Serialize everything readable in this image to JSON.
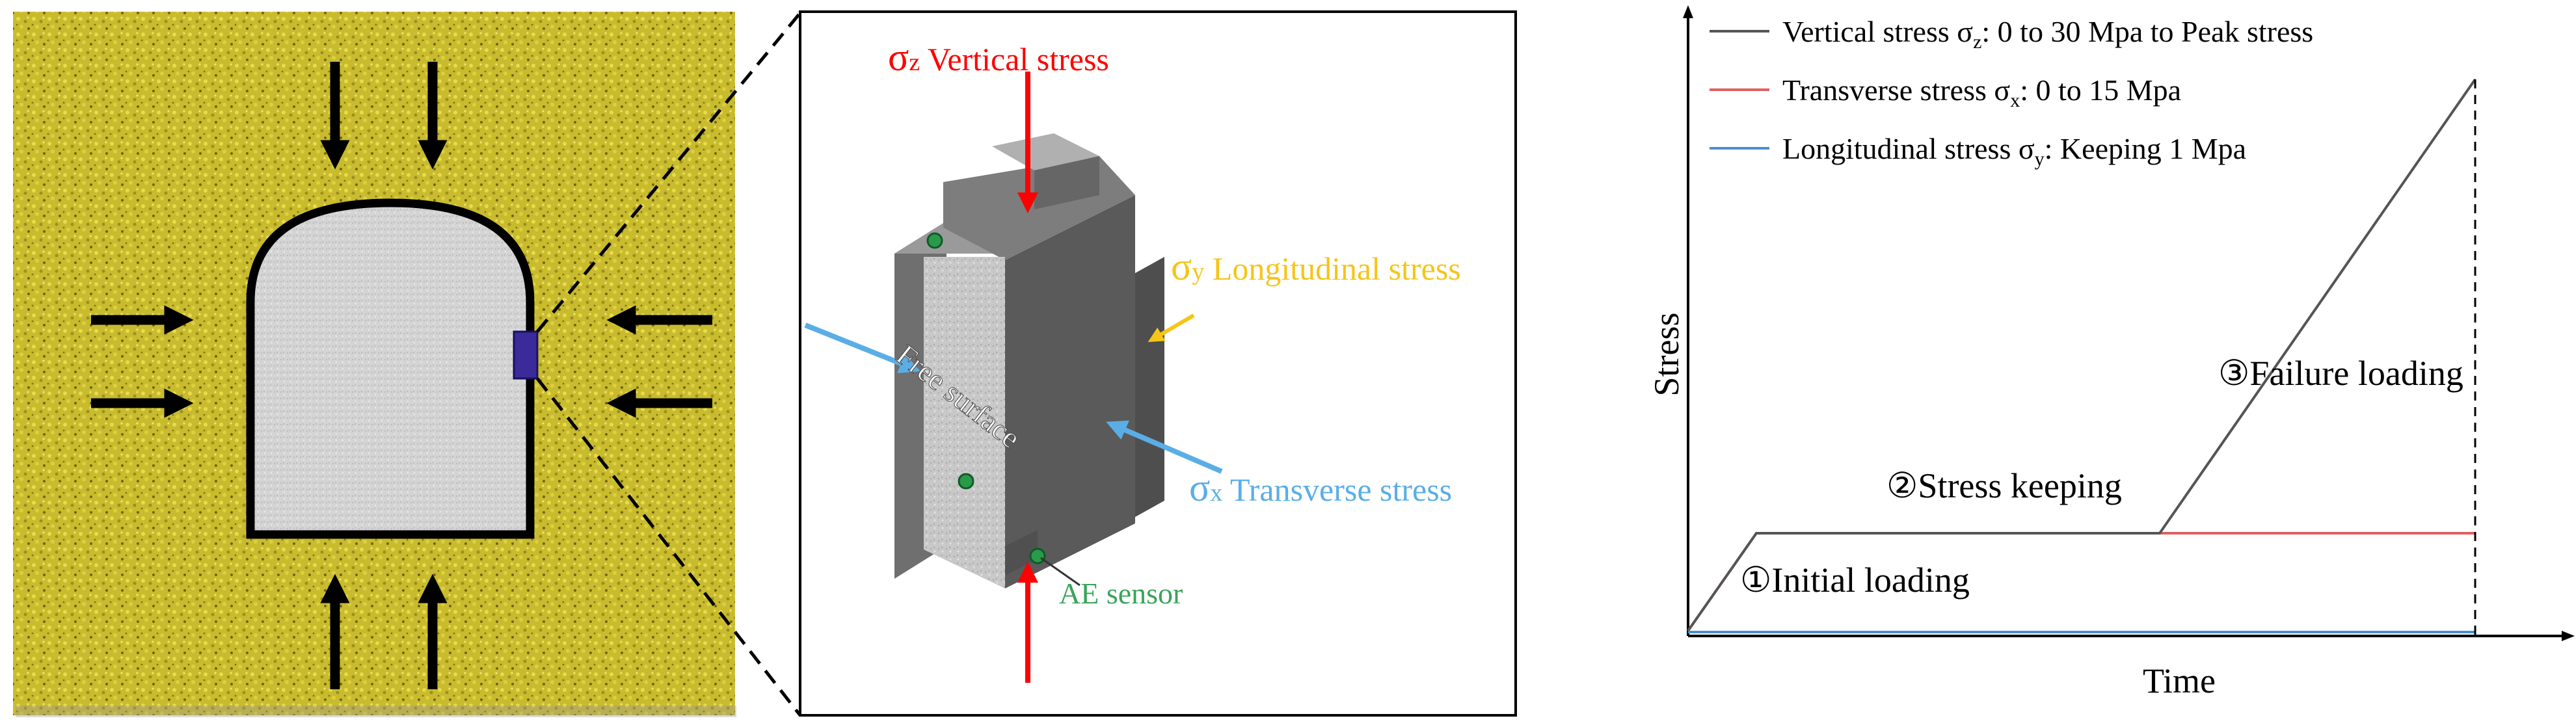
{
  "panel_b": {
    "vertical_label": {
      "sym": "σ",
      "sub": "z",
      "text": " Vertical stress"
    },
    "longitudinal_label": {
      "sym": "σ",
      "sub": "y",
      "text": " Longitudinal stress"
    },
    "transverse_label": {
      "sym": "σ",
      "sub": "x",
      "text": " Transverse stress"
    },
    "free_surface": "Free surface",
    "ae_sensor": "AE sensor"
  },
  "chart_data": {
    "type": "line",
    "ylabel": "Stress",
    "xlabel": "Time",
    "legend": [
      {
        "pre": "Vertical stress σ",
        "sub": "z",
        "post": ": 0 to 30 Mpa to Peak stress",
        "color": "#555555"
      },
      {
        "pre": "Transverse stress σ",
        "sub": "x",
        "post": ": 0 to 15 Mpa",
        "color": "#e06060"
      },
      {
        "pre": "Longitudinal stress σ",
        "sub": "y",
        "post": ": Keeping 1 Mpa",
        "color": "#4a90d0"
      }
    ],
    "legend_position": "top-left",
    "stages": [
      {
        "label": "①Initial loading"
      },
      {
        "label": "②Stress keeping"
      },
      {
        "label": "③Failure loading"
      }
    ],
    "colors": {
      "vertical": "#555555",
      "transverse": "#e06060",
      "longitudinal": "#4a90d0"
    }
  }
}
